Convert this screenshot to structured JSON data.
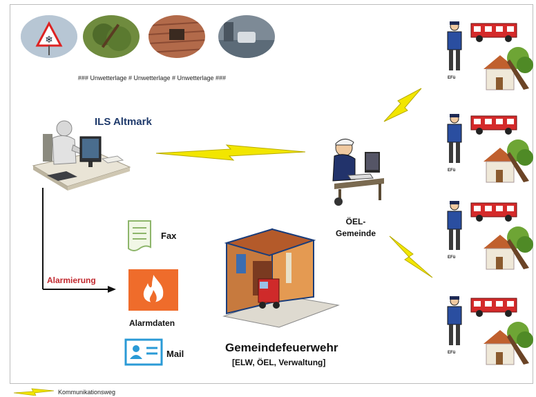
{
  "banner": "### Unwetterlage # Unwetterlage # Unwetterlage ###",
  "ils_title": "ILS Altmark",
  "alarmierung": "Alarmierung",
  "fax_label": "Fax",
  "alarmdaten_label": "Alarmdaten",
  "mail_label": "Mail",
  "oel_label_line1": "ÖEL-",
  "oel_label_line2": "Gemeinde",
  "gfw_title": "Gemeindefeuerwehr",
  "gfw_subtitle": "[ELW, ÖEL, Verwaltung]",
  "efu_label": "EFü",
  "legend_label": "Kommunikationsweg",
  "weather_images": [
    "frost-icon",
    "storm-tree-icon",
    "roof-damage-icon",
    "flood-icon"
  ],
  "colors": {
    "ils_title": "#1f3a6b",
    "alarmierung": "#c0272d",
    "lightning": "#f2e600",
    "fire_orange": "#ef6c2b",
    "mail_blue": "#2a9ad6"
  }
}
